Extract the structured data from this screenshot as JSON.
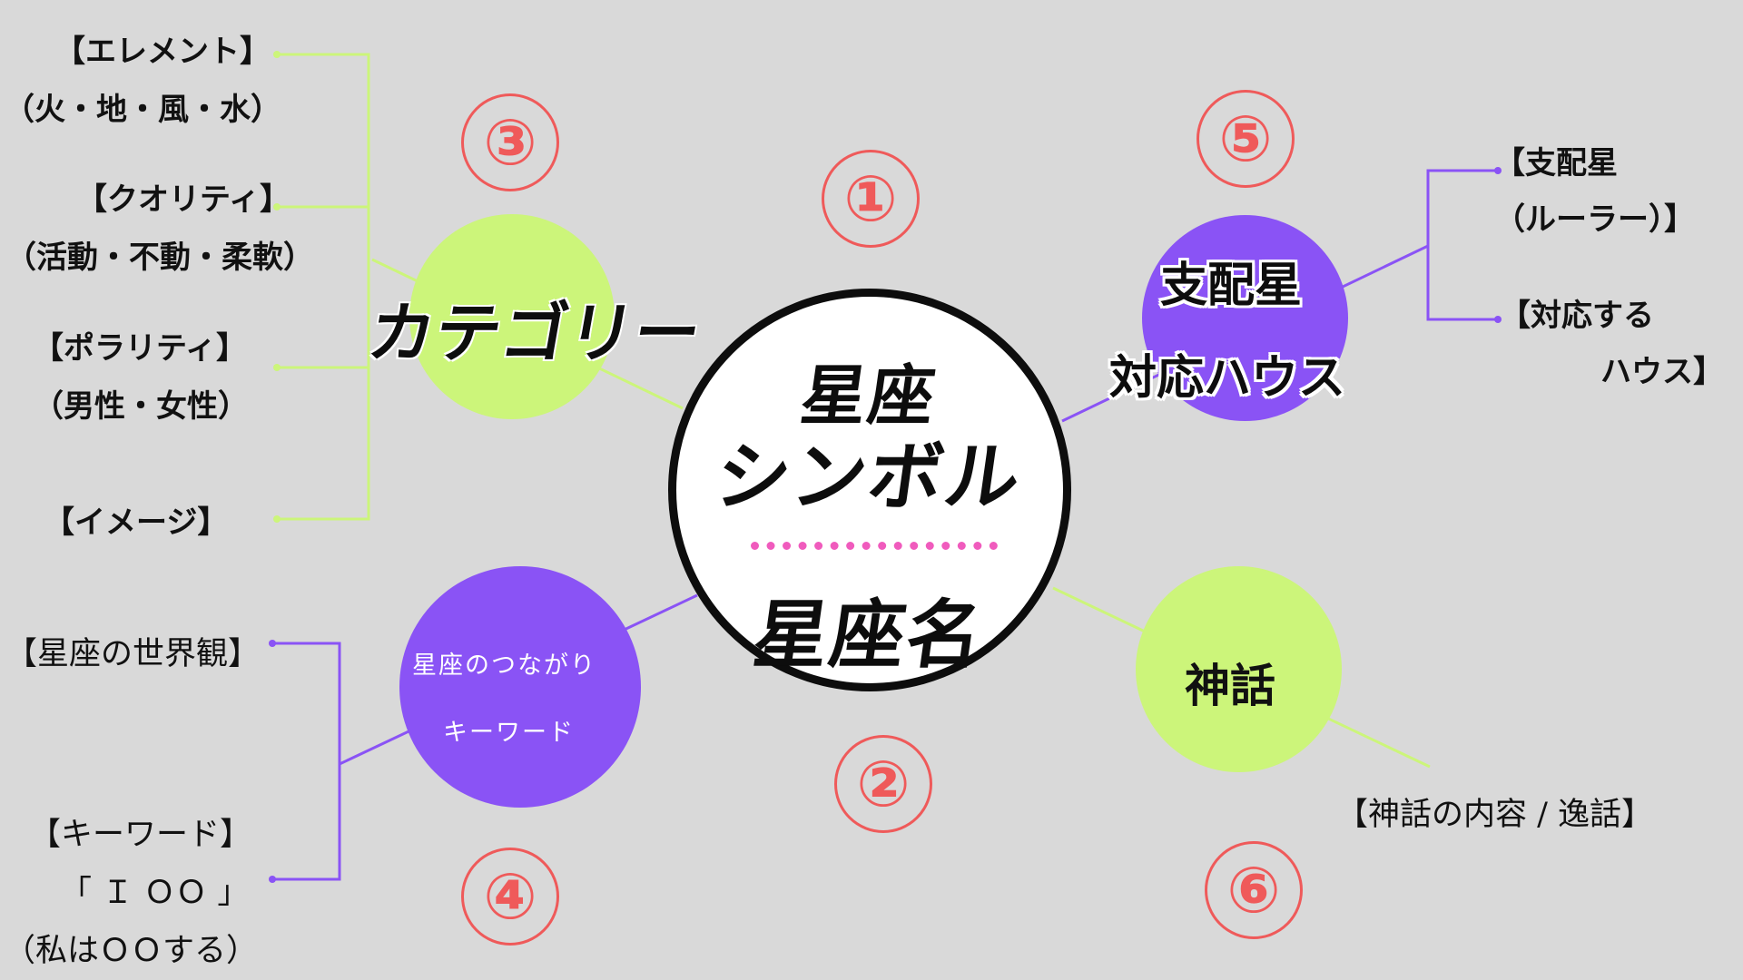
{
  "center": {
    "line1": "星座",
    "line2": "シンボル",
    "line3": "星座名"
  },
  "numbers": [
    "①",
    "②",
    "③",
    "④",
    "⑤",
    "⑥"
  ],
  "category": {
    "label": "カテゴリー",
    "items": [
      {
        "line1": "【エレメント】",
        "line2": "（火・地・風・水）"
      },
      {
        "line1": "【クオリティ】",
        "line2": "（活動・不動・柔軟）"
      },
      {
        "line1": "【ポラリティ】",
        "line2": "（男性・女性）"
      },
      {
        "line1": "【イメージ】"
      }
    ]
  },
  "ruler": {
    "label_line1": "支配星",
    "label_line2": "対応ハウス",
    "items": [
      {
        "line1": "【支配星",
        "line2": "（ルーラー）】"
      },
      {
        "line1": "【対応する",
        "line2": "ハウス】"
      }
    ]
  },
  "keyword": {
    "label_line1": "星座のつながり",
    "label_line2": "キーワード",
    "items": [
      {
        "line1": "【星座の世界観】"
      },
      {
        "line1": "【キーワード】",
        "line2": "「 Ｉ ＯＯ 」",
        "line3": "（私はＯＯする）"
      }
    ]
  },
  "myth": {
    "label": "神話",
    "item": "【神話の内容 / 逸話】"
  },
  "colors": {
    "background": "#d9d9d9",
    "green": "#ccf57a",
    "purple": "#8a53f5",
    "number_red": "#ef5a5a",
    "dots_pink": "#f05bbd",
    "outline": "#0d0d0d"
  }
}
